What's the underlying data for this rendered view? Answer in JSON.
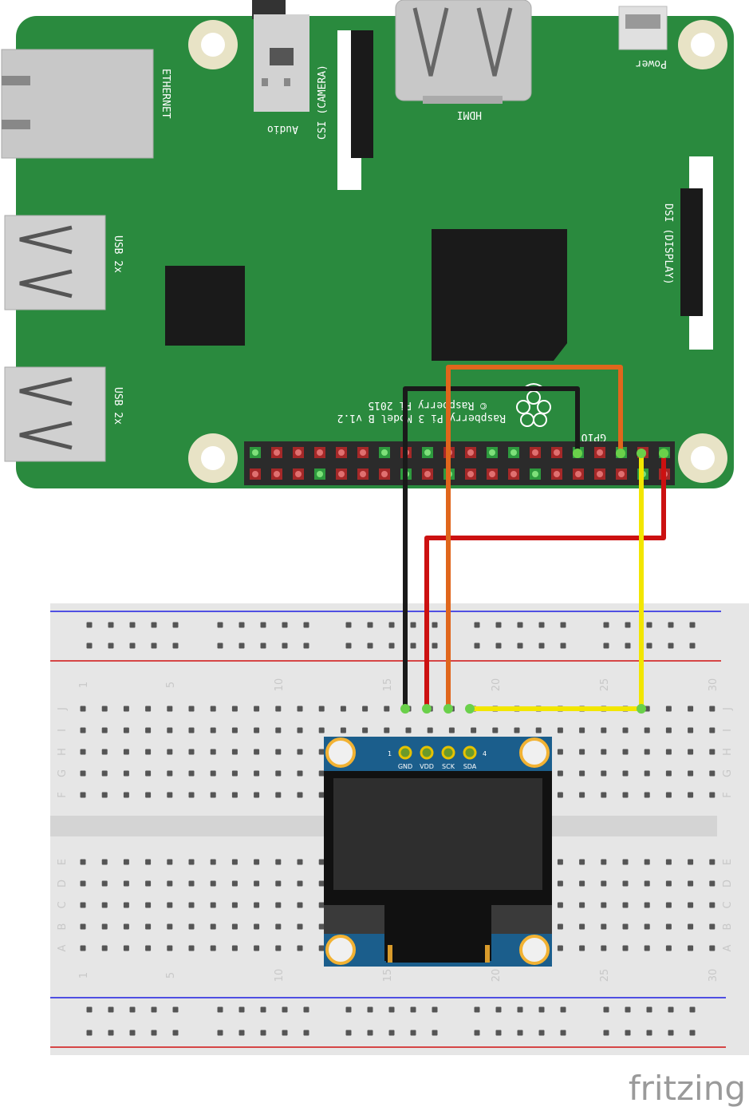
{
  "pi": {
    "ethernet": "ETHERNET",
    "audio": "Audio",
    "csi": "CSI (CAMERA)",
    "hdmi": "HDMI",
    "power": "Power",
    "usb1": "USB 2x",
    "usb2": "USB 2x",
    "dsi": "DSI (DISPLAY)",
    "gpio": "GPIO",
    "model_line1": "Raspberry Pi 3 Model B v1.2",
    "model_line2": "© Raspberry Pi 2015"
  },
  "oled": {
    "pins": [
      "GND",
      "VDD",
      "SCK",
      "SDA"
    ],
    "pin_first": "1",
    "pin_last": "4"
  },
  "breadboard": {
    "column_labels": [
      "1",
      "5",
      "10",
      "15",
      "20",
      "25",
      "30"
    ],
    "rows_top": [
      "J",
      "I",
      "H",
      "G",
      "F"
    ],
    "rows_bottom": [
      "E",
      "D",
      "C",
      "B",
      "A"
    ]
  },
  "wires": [
    {
      "name": "gnd-wire",
      "color": "#1a1a1a"
    },
    {
      "name": "vdd-wire",
      "color": "#cc1111"
    },
    {
      "name": "sck-wire",
      "color": "#e0661c"
    },
    {
      "name": "sda-wire",
      "color": "#f2e600"
    }
  ],
  "colors": {
    "board": "#2a8a3e",
    "breadboard": "#e6e6e6",
    "oled_pcb": "#1b5e8c"
  },
  "brand": "fritzing"
}
